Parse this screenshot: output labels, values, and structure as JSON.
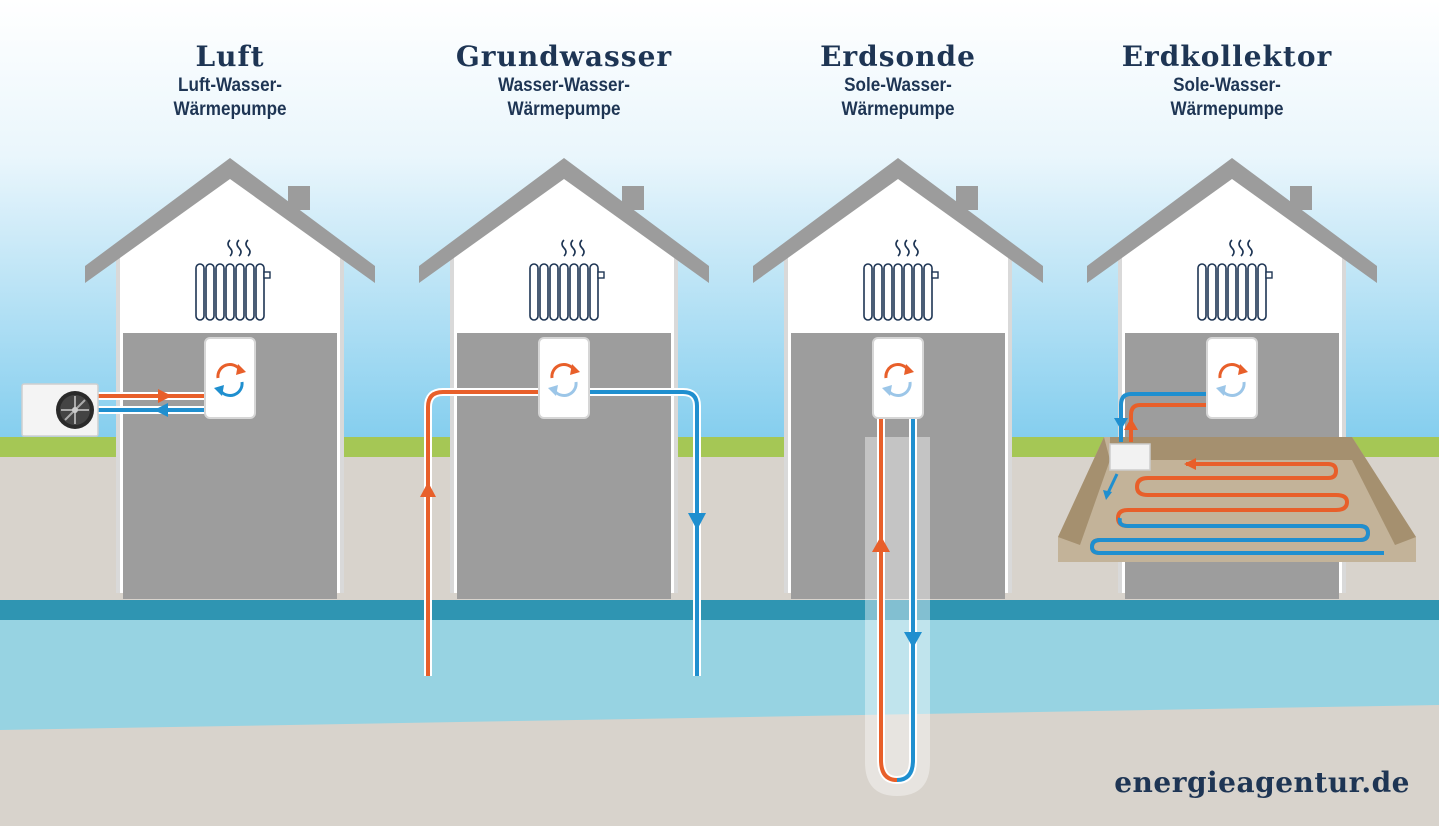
{
  "colors": {
    "sky_top": "#ffffff",
    "sky_bottom": "#82cdee",
    "grass": "#a5c755",
    "ground": "#d8d3cc",
    "aquifer_band": "#2f95b2",
    "aquifer": "#97d3e2",
    "roof": "#9c9c9c",
    "wall": "#ffffff",
    "basement": "#9d9d9d",
    "warm_pipe": "#e85f2a",
    "cold_pipe": "#1f8fcf",
    "text": "#1e3554"
  },
  "systems": [
    {
      "title": "Luft",
      "subtitle_line1": "Luft-Wasser-",
      "subtitle_line2": "Wärmepumpe"
    },
    {
      "title": "Grundwasser",
      "subtitle_line1": "Wasser-Wasser-",
      "subtitle_line2": "Wärmepumpe"
    },
    {
      "title": "Erdsonde",
      "subtitle_line1": "Sole-Wasser-",
      "subtitle_line2": "Wärmepumpe"
    },
    {
      "title": "Erdkollektor",
      "subtitle_line1": "Sole-Wasser-",
      "subtitle_line2": "Wärmepumpe"
    }
  ],
  "icons": {
    "house": "house-icon",
    "radiator": "radiator-icon",
    "heat": "heat-waves-icon",
    "pump": "heat-pump-icon",
    "fan": "fan-icon"
  },
  "brand": "energieagentur.de"
}
